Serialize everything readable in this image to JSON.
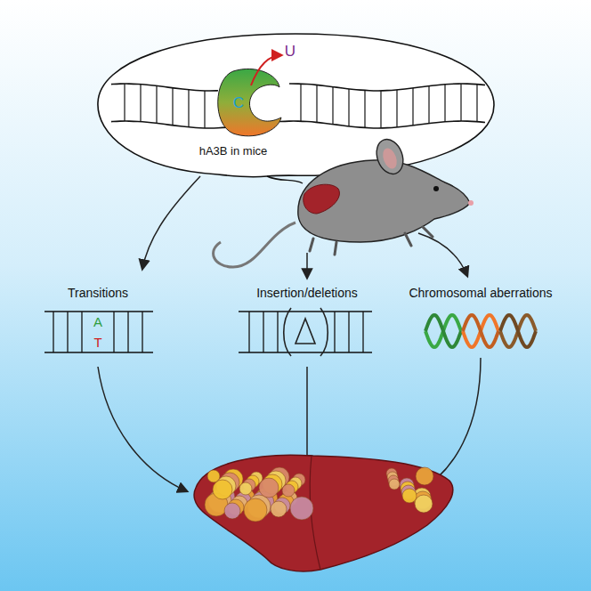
{
  "diagram": {
    "labels": [
      "C",
      "U",
      "hA3B in mice",
      "Transitions",
      "A",
      "T",
      "Insertion/deletions",
      "Chromosomal aberrations"
    ]
  }
}
